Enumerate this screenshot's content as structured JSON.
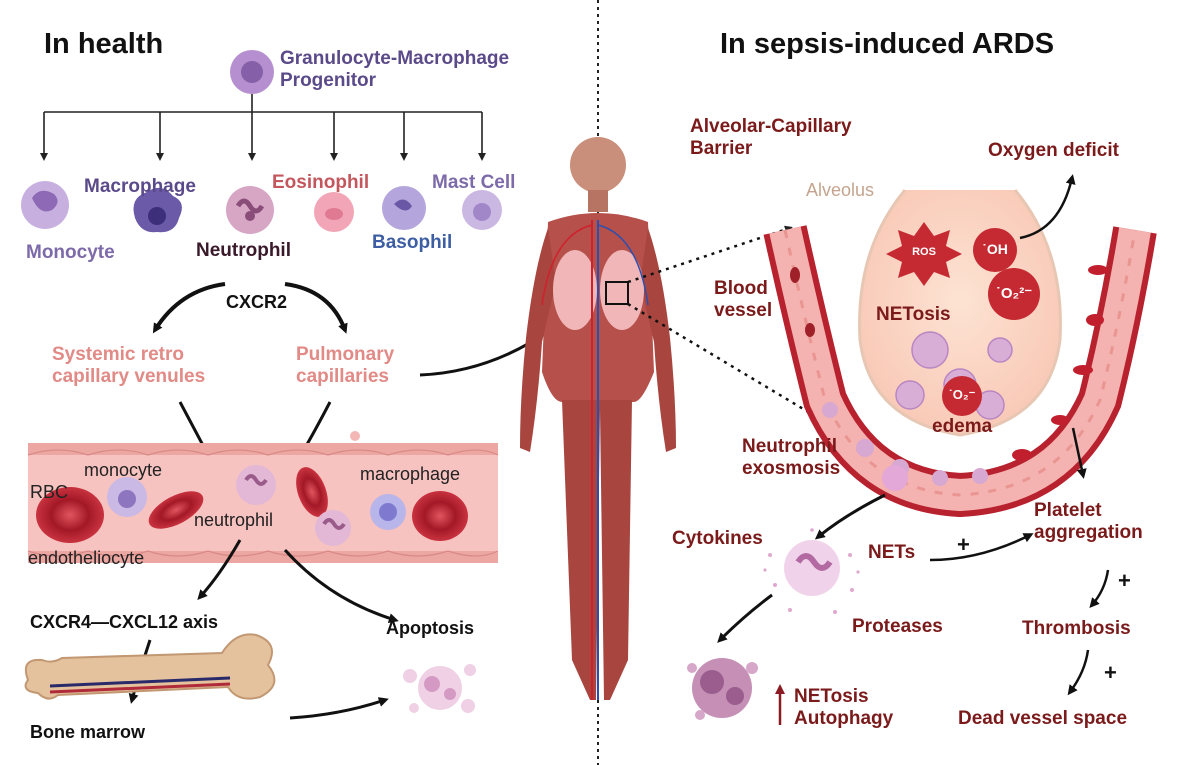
{
  "left": {
    "title": "In health",
    "progenitor": "Granulocyte-Macrophage\nProgenitor",
    "cells": {
      "macrophage": "Macrophage",
      "eosinophil": "Eosinophil",
      "mast_cell": "Mast Cell",
      "monocyte": "Monocyte",
      "neutrophil": "Neutrophil",
      "basophil": "Basophil"
    },
    "receptor": "CXCR2",
    "systemic": "Systemic retro\ncapillary venules",
    "pulmonary": "Pulmonary\ncapillaries",
    "vessel_labels": {
      "monocyte": "monocyte",
      "rbc": "RBC",
      "neutrophil": "neutrophil",
      "macrophage": "macrophage",
      "endotheliocyte": "endotheliocyte"
    },
    "axis": "CXCR4—CXCL12 axis",
    "apoptosis": "Apoptosis",
    "bone_marrow": "Bone marrow"
  },
  "right": {
    "title": "In sepsis-induced ARDS",
    "barrier": "Alveolar-Capillary\nBarrier",
    "oxygen": "Oxygen deficit",
    "alveolus": "Alveolus",
    "blood_vessel": "Blood\nvessel",
    "ros": "ROS",
    "oh": "˙OH",
    "o2_top": "˙O₂²⁻",
    "o2_bottom": "˙O₂⁻",
    "netosis_center": "NETosis",
    "edema": "edema",
    "exosmosis": "Neutrophil\nexosmosis",
    "cytokines": "Cytokines",
    "nets": "NETs",
    "plus": "+",
    "platelet": "Platelet\naggregation",
    "thrombosis": "Thrombosis",
    "proteases": "Proteases",
    "netosis_autophagy": "NETosis\nAutophagy",
    "dead_space": "Dead vessel space"
  },
  "colors": {
    "maroon": "#7b1a1a",
    "rose": "#c4575d",
    "purple": "#5b4a8a",
    "salmon": "#e18a86",
    "vessel_wall": "#b8222e",
    "divider": "#222222"
  }
}
